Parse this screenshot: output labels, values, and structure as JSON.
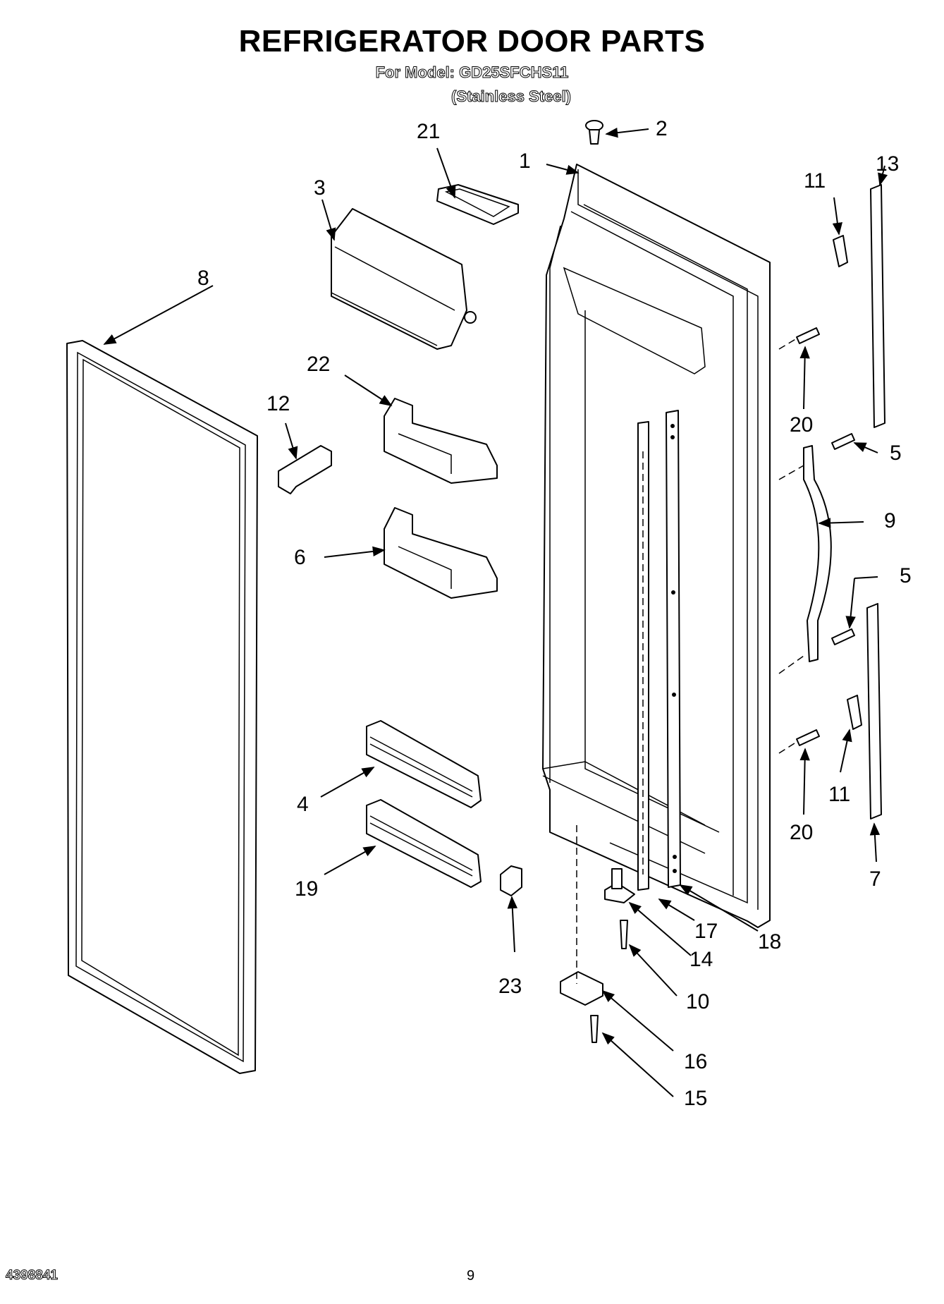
{
  "header": {
    "title": "REFRIGERATOR DOOR PARTS",
    "model_line": "For Model: GD25SFCHS11",
    "finish_line": "(Stainless Steel)"
  },
  "footer": {
    "doc_number": "4398841",
    "page_number": "9"
  },
  "callouts": {
    "c1": "1",
    "c2": "2",
    "c3": "3",
    "c4": "4",
    "c5a": "5",
    "c5b": "5",
    "c6": "6",
    "c7": "7",
    "c8": "8",
    "c9": "9",
    "c10": "10",
    "c11a": "11",
    "c11b": "11",
    "c12": "12",
    "c13": "13",
    "c14": "14",
    "c15": "15",
    "c16": "16",
    "c17": "17",
    "c18": "18",
    "c19": "19",
    "c20a": "20",
    "c20b": "20",
    "c21": "21",
    "c22": "22",
    "c23": "23"
  }
}
